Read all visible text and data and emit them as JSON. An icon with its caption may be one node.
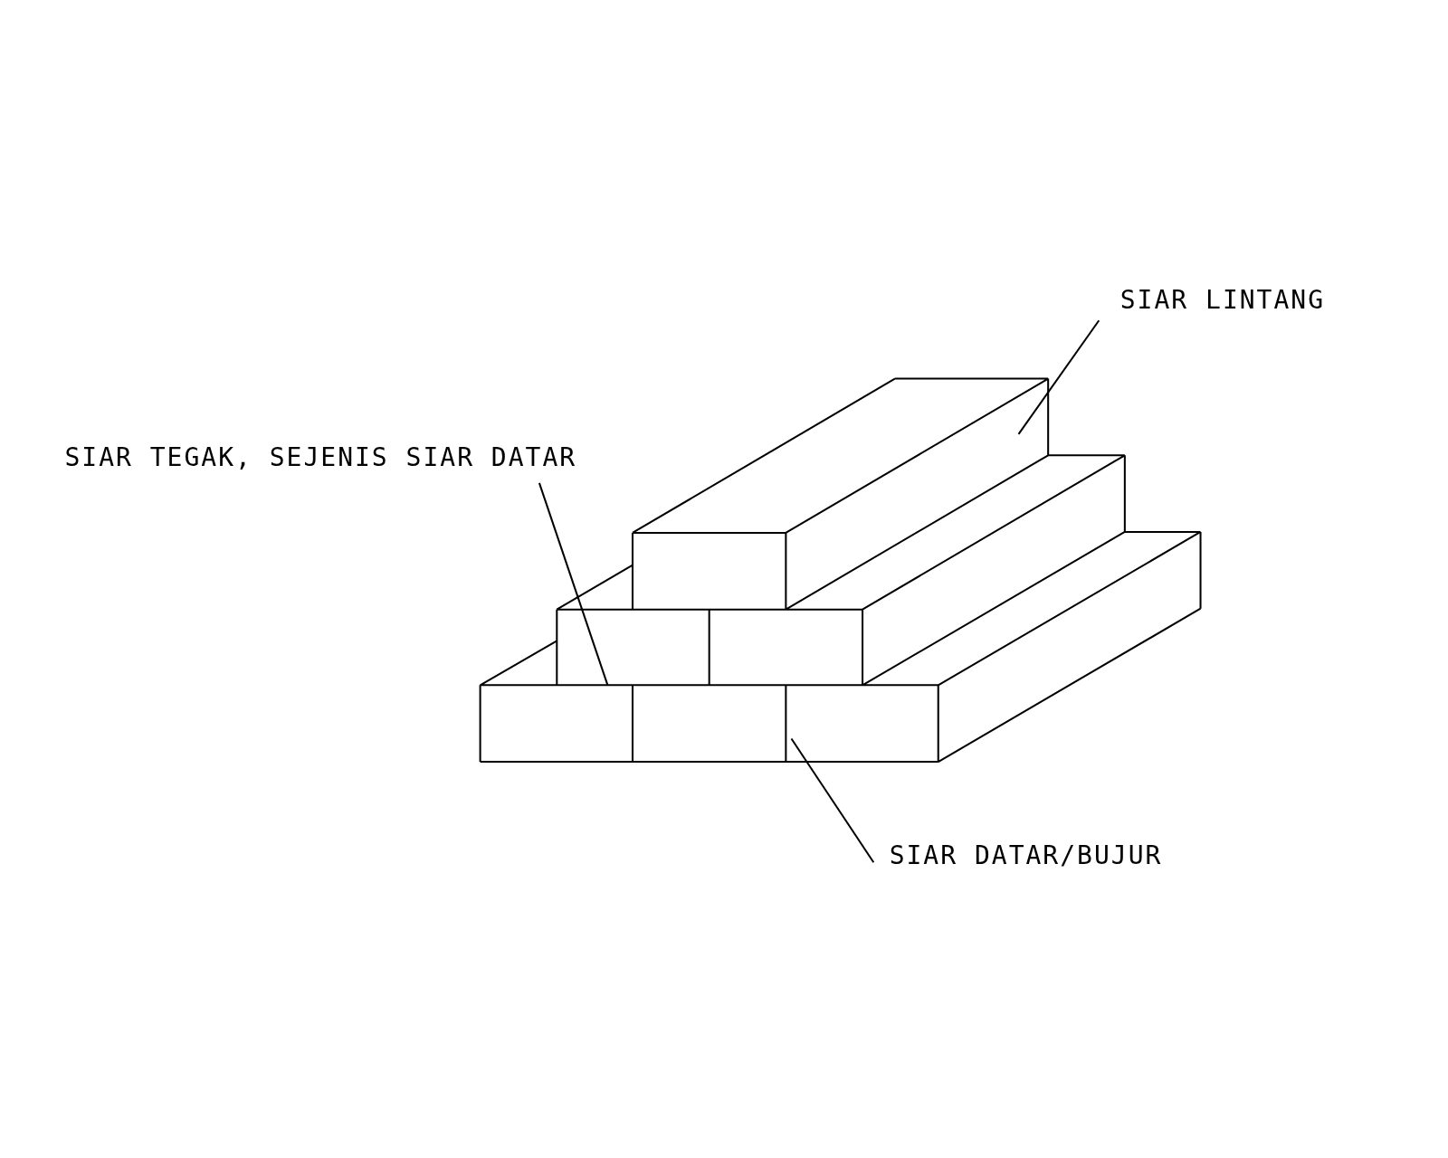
{
  "diagram": {
    "nodes": [
      {
        "text": [
          "SIAR LINTANG"
        ]
      },
      {
        "text": [
          "SIAR TEGAK, SEJENIS SIAR DATAR"
        ]
      },
      {
        "text": [
          "SIAR DATAR/BUJUR"
        ]
      }
    ],
    "edges": [
      {
        "from": 0,
        "to": null,
        "arrow": "none"
      },
      {
        "from": 1,
        "to": null,
        "arrow": "none"
      },
      {
        "from": 2,
        "to": null,
        "arrow": "none"
      }
    ]
  }
}
